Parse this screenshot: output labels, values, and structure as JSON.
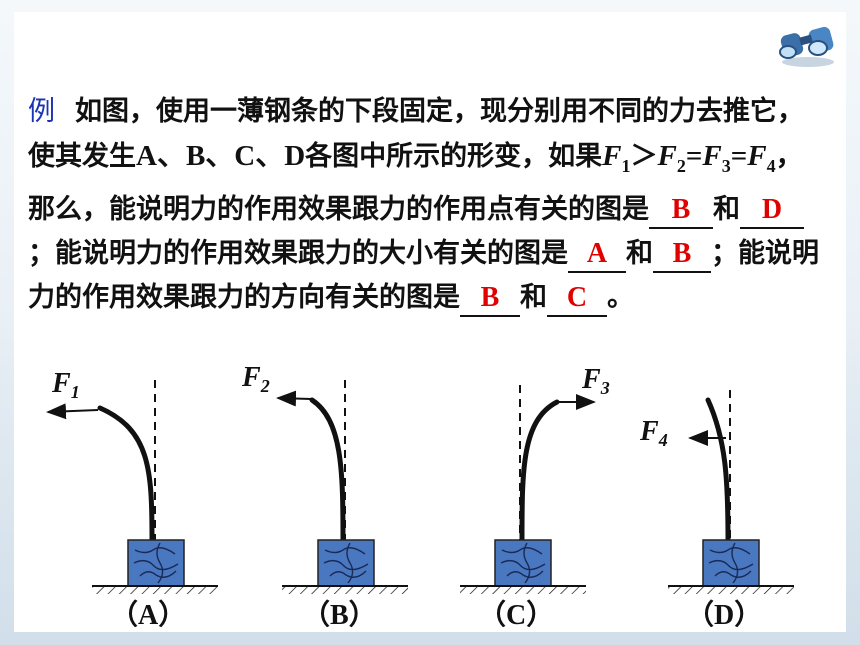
{
  "problem": {
    "lead": "例",
    "t1": "如图，使用一薄钢条的下段固定，现分别用不同的力去推它，使其发生",
    "t1b": "A、B、C、D",
    "t1c": "各图中所示的形变，如果",
    "f1": "F",
    "f1sub": "1",
    "gt": "＞",
    "f2": "F",
    "f2sub": "2",
    "eq1": "=",
    "f3": "F",
    "f3sub": "3",
    "eq2": "=",
    "f4": "F",
    "f4sub": "4",
    "t2": "，那么，能说明力的作用效果跟力的作用点有关的图是",
    "ans1": "B",
    "and": "和",
    "ans2": "D",
    "t3": "；能说明力的作用效果跟力的大小有关的图是",
    "ans3": "A",
    "ans4": "B",
    "t4": "；能说明力的作用效果跟力的方向有关的图是",
    "ans5": "B",
    "ans6": "C",
    "end": "。"
  },
  "figures": [
    {
      "id": "A",
      "force": "F",
      "sub": "1",
      "caption": "（A）"
    },
    {
      "id": "B",
      "force": "F",
      "sub": "2",
      "caption": "（B）"
    },
    {
      "id": "C",
      "force": "F",
      "sub": "3",
      "caption": "（C）"
    },
    {
      "id": "D",
      "force": "F",
      "sub": "4",
      "caption": "（D）"
    }
  ],
  "colors": {
    "lead": "#1a32b4",
    "answer": "#e00000",
    "block": "#4a78c0"
  },
  "icons": {
    "corner": "binoculars-icon"
  }
}
